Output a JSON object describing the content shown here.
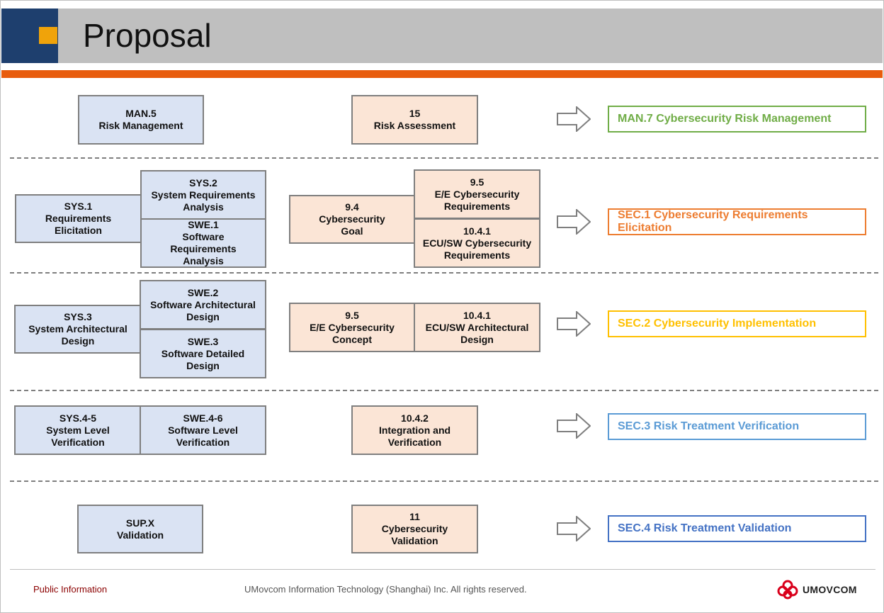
{
  "header": {
    "title": "Proposal"
  },
  "rows": {
    "man": {
      "aspice_box": {
        "line1": "MAN.5",
        "line2": "Risk Management"
      },
      "iso_box": {
        "line1": "15",
        "line2": "Risk Assessment"
      },
      "sec_label": "MAN.7 Cybersecurity Risk Management"
    },
    "sec1": {
      "sys1": {
        "line1": "SYS.1",
        "line2": "Requirements",
        "line3": "Elicitation"
      },
      "sys2": {
        "line1": "SYS.2",
        "line2": "System Requirements",
        "line3": "Analysis"
      },
      "swe1": {
        "line1": "SWE.1",
        "line2": "Software",
        "line3": "Requirements",
        "line4": "Analysis"
      },
      "iso_94": {
        "line1": "9.4",
        "line2": "Cybersecurity",
        "line3": "Goal"
      },
      "iso_95": {
        "line1": "9.5",
        "line2": "E/E Cybersecurity",
        "line3": "Requirements"
      },
      "iso_1041": {
        "line1": "10.4.1",
        "line2": "ECU/SW Cybersecurity",
        "line3": "Requirements"
      },
      "sec_label": "SEC.1 Cybersecurity Requirements Elicitation"
    },
    "sec2": {
      "sys3": {
        "line1": "SYS.3",
        "line2": "System Architectural",
        "line3": "Design"
      },
      "swe2": {
        "line1": "SWE.2",
        "line2": "Software Architectural",
        "line3": "Design"
      },
      "swe3": {
        "line1": "SWE.3",
        "line2": "Software Detailed",
        "line3": "Design"
      },
      "iso_95": {
        "line1": "9.5",
        "line2": "E/E Cybersecurity",
        "line3": "Concept"
      },
      "iso_1041": {
        "line1": "10.4.1",
        "line2": "ECU/SW Architectural",
        "line3": "Design"
      },
      "sec_label": "SEC.2 Cybersecurity Implementation"
    },
    "sec3": {
      "sys45": {
        "line1": "SYS.4-5",
        "line2": "System Level",
        "line3": "Verification"
      },
      "swe46": {
        "line1": "SWE.4-6",
        "line2": "Software Level",
        "line3": "Verification"
      },
      "iso_1042": {
        "line1": "10.4.2",
        "line2": "Integration and",
        "line3": "Verification"
      },
      "sec_label": "SEC.3 Risk Treatment Verification"
    },
    "sec4": {
      "supx": {
        "line1": "SUP.X",
        "line2": "Validation"
      },
      "iso_11": {
        "line1": "11",
        "line2": "Cybersecurity",
        "line3": "Validation"
      },
      "sec_label": "SEC.4 Risk Treatment Validation"
    }
  },
  "colors": {
    "blue_box": "#dae3f3",
    "peach_box": "#fbe5d6",
    "man7": "#70ad47",
    "sec1": "#ed7d31",
    "sec2": "#ffc000",
    "sec3": "#5b9bd5",
    "sec4": "#4472c4"
  },
  "footer": {
    "classification": "Public Information",
    "copyright": "UMovcom Information Technology (Shanghai) Inc. All rights reserved.",
    "logo_text": "UMOVCOM",
    "logo_icon": "cloud-logo-icon"
  }
}
